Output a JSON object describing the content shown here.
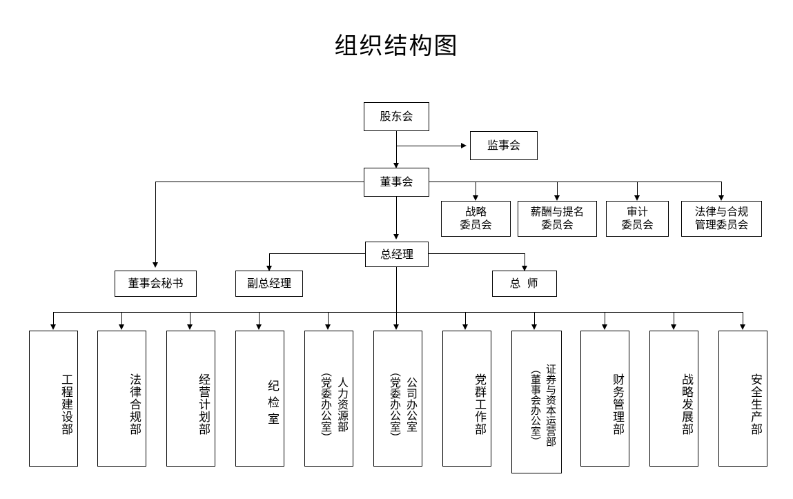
{
  "title": "组织结构图",
  "nodes": {
    "shareholders": {
      "label": "股东会"
    },
    "supervisors": {
      "label": "监事会"
    },
    "board": {
      "label": "董事会"
    },
    "board_secretary": {
      "label": "董事会秘书"
    },
    "general_manager": {
      "label": "总经理"
    },
    "deputy_general_manager": {
      "label": "副总经理"
    },
    "chief_engineer": {
      "label": "总 师"
    }
  },
  "committees": [
    {
      "label": "战略\n委员会"
    },
    {
      "label": "薪酬与提名\n委员会"
    },
    {
      "label": "审计\n委员会"
    },
    {
      "label": "法律与合规\n管理委员会"
    }
  ],
  "departments": [
    {
      "label": "工程建设部"
    },
    {
      "label": "法律合规部"
    },
    {
      "label": "经营计划部"
    },
    {
      "label": "纪检室"
    },
    {
      "label": "人力资源部\n（党委办公室）"
    },
    {
      "label": "公司办公室\n（党委办公室）"
    },
    {
      "label": "党群工作部"
    },
    {
      "label": "证券与资本运营部\n（董事会办公室）"
    },
    {
      "label": "财务管理部"
    },
    {
      "label": "战略发展部"
    },
    {
      "label": "安全生产部"
    }
  ],
  "colors": {
    "background": "#ffffff",
    "line": "#000000",
    "text": "#000000",
    "box_border": "#000000"
  }
}
